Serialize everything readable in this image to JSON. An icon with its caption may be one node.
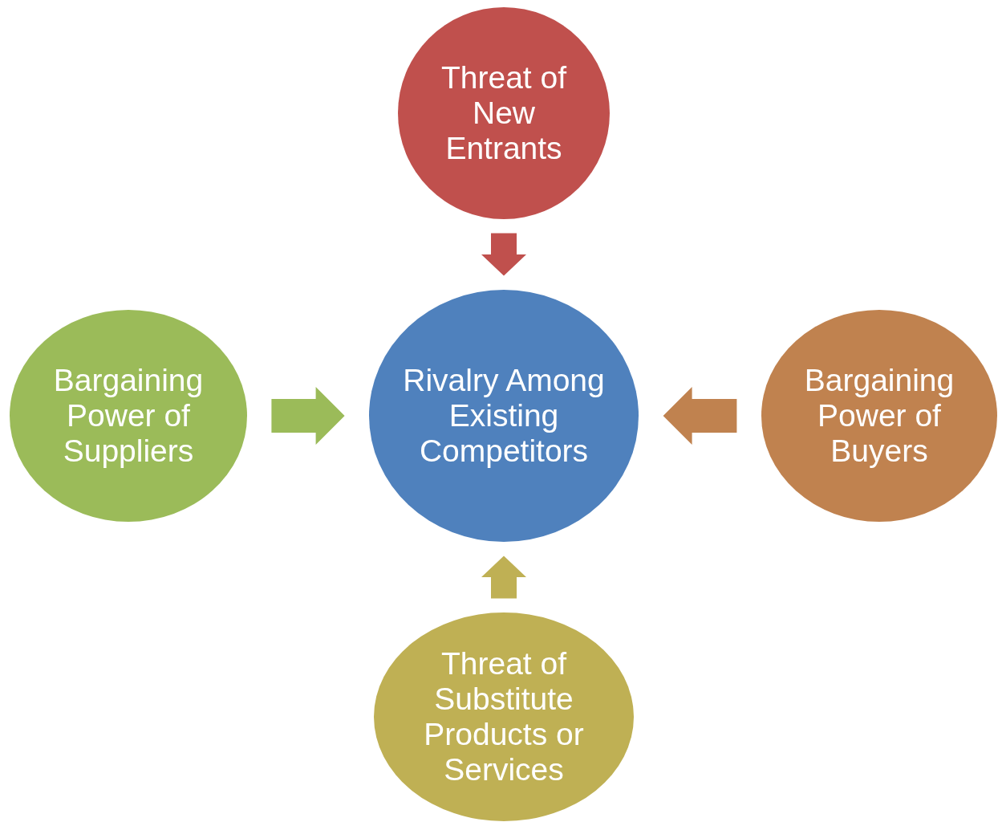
{
  "diagram": {
    "nodes": [
      {
        "text": [
          "Rivalry Among Existing Competitors"
        ]
      },
      {
        "text": [
          "Threat of New Entrants"
        ]
      },
      {
        "text": [
          "Bargaining Power of Suppliers"
        ]
      },
      {
        "text": [
          "Bargaining Power of Buyers"
        ]
      },
      {
        "text": [
          "Threat of Substitute Products or Services"
        ]
      }
    ],
    "edges": [
      {
        "from": 1,
        "to": 0,
        "arrow": "to",
        "color": "#c0504d"
      },
      {
        "from": 2,
        "to": 0,
        "arrow": "to",
        "color": "#9bbb59"
      },
      {
        "from": 3,
        "to": 0,
        "arrow": "to",
        "color": "#c0824f"
      },
      {
        "from": 4,
        "to": 0,
        "arrow": "to",
        "color": "#bfb054"
      }
    ]
  }
}
